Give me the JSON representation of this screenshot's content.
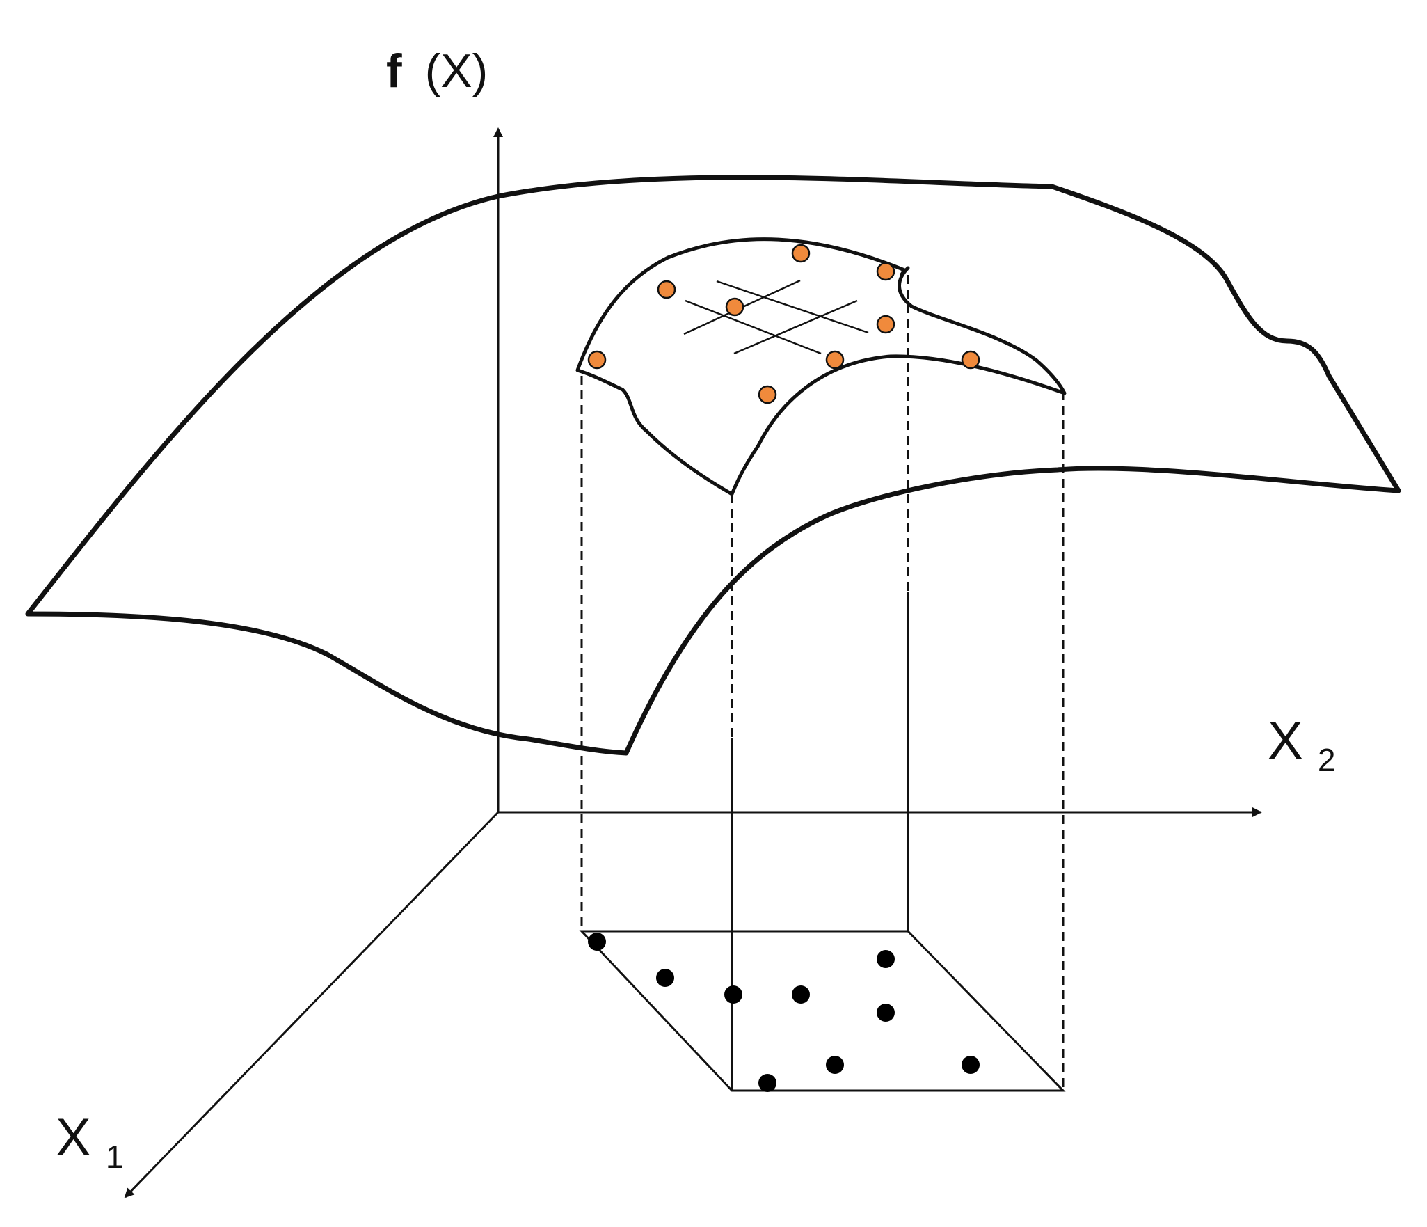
{
  "labels": {
    "f_axis_main": "f",
    "f_axis_arg": "(X)",
    "x1_main": "X",
    "x1_sub": "1",
    "x2_main": "X",
    "x2_sub": "2"
  },
  "colors": {
    "line": "#111111",
    "sample_point_fill": "#f08a3c",
    "sample_point_stroke": "#111111",
    "projected_point": "#000000",
    "background": "#ffffff"
  }
}
